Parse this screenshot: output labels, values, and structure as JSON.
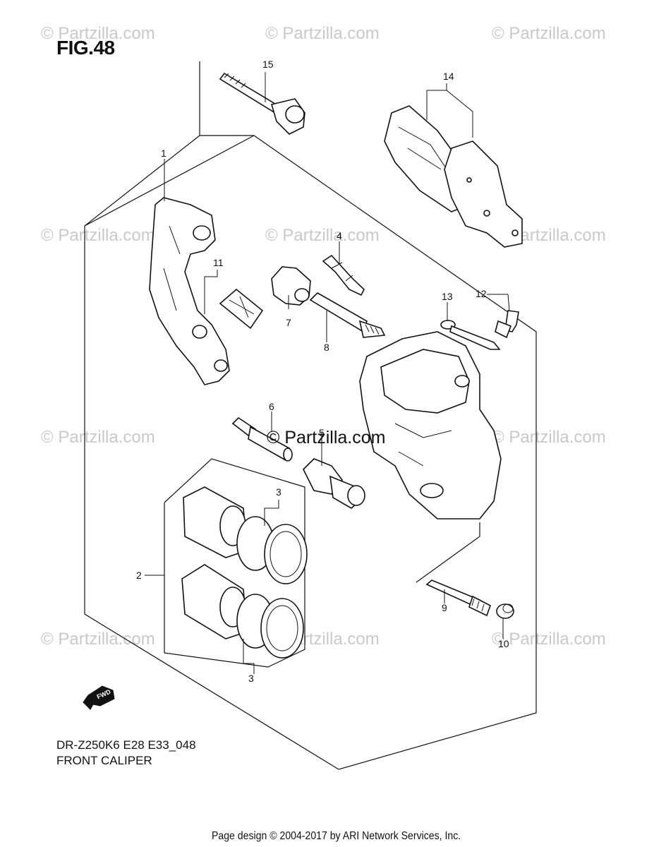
{
  "figure": {
    "title": "FIG.48"
  },
  "watermarks": [
    "© Partzilla.com",
    "© Partzilla.com",
    "© Partzilla.com",
    "© Partzilla.com",
    "© Partzilla.com",
    "© Partzilla.com",
    "© Partzilla.com",
    "© Partzilla.com",
    "© Partzilla.com",
    "© Partzilla.com",
    "© Partzilla.com",
    "© Partzilla.com"
  ],
  "center_watermark": "© Partzilla.com",
  "callouts": {
    "c1": "1",
    "c2": "2",
    "c3a": "3",
    "c3b": "3",
    "c4": "4",
    "c5": "5",
    "c6": "6",
    "c7": "7",
    "c8": "8",
    "c9": "9",
    "c10": "10",
    "c11": "11",
    "c12": "12",
    "c13": "13",
    "c14": "14",
    "c15": "15"
  },
  "fwd_label": "FWD",
  "footer": {
    "model_code": "DR-Z250K6 E28 E33_048",
    "section_name": "FRONT CALIPER",
    "credit": "Page design © 2004-2017 by ARI Network Services, Inc."
  }
}
